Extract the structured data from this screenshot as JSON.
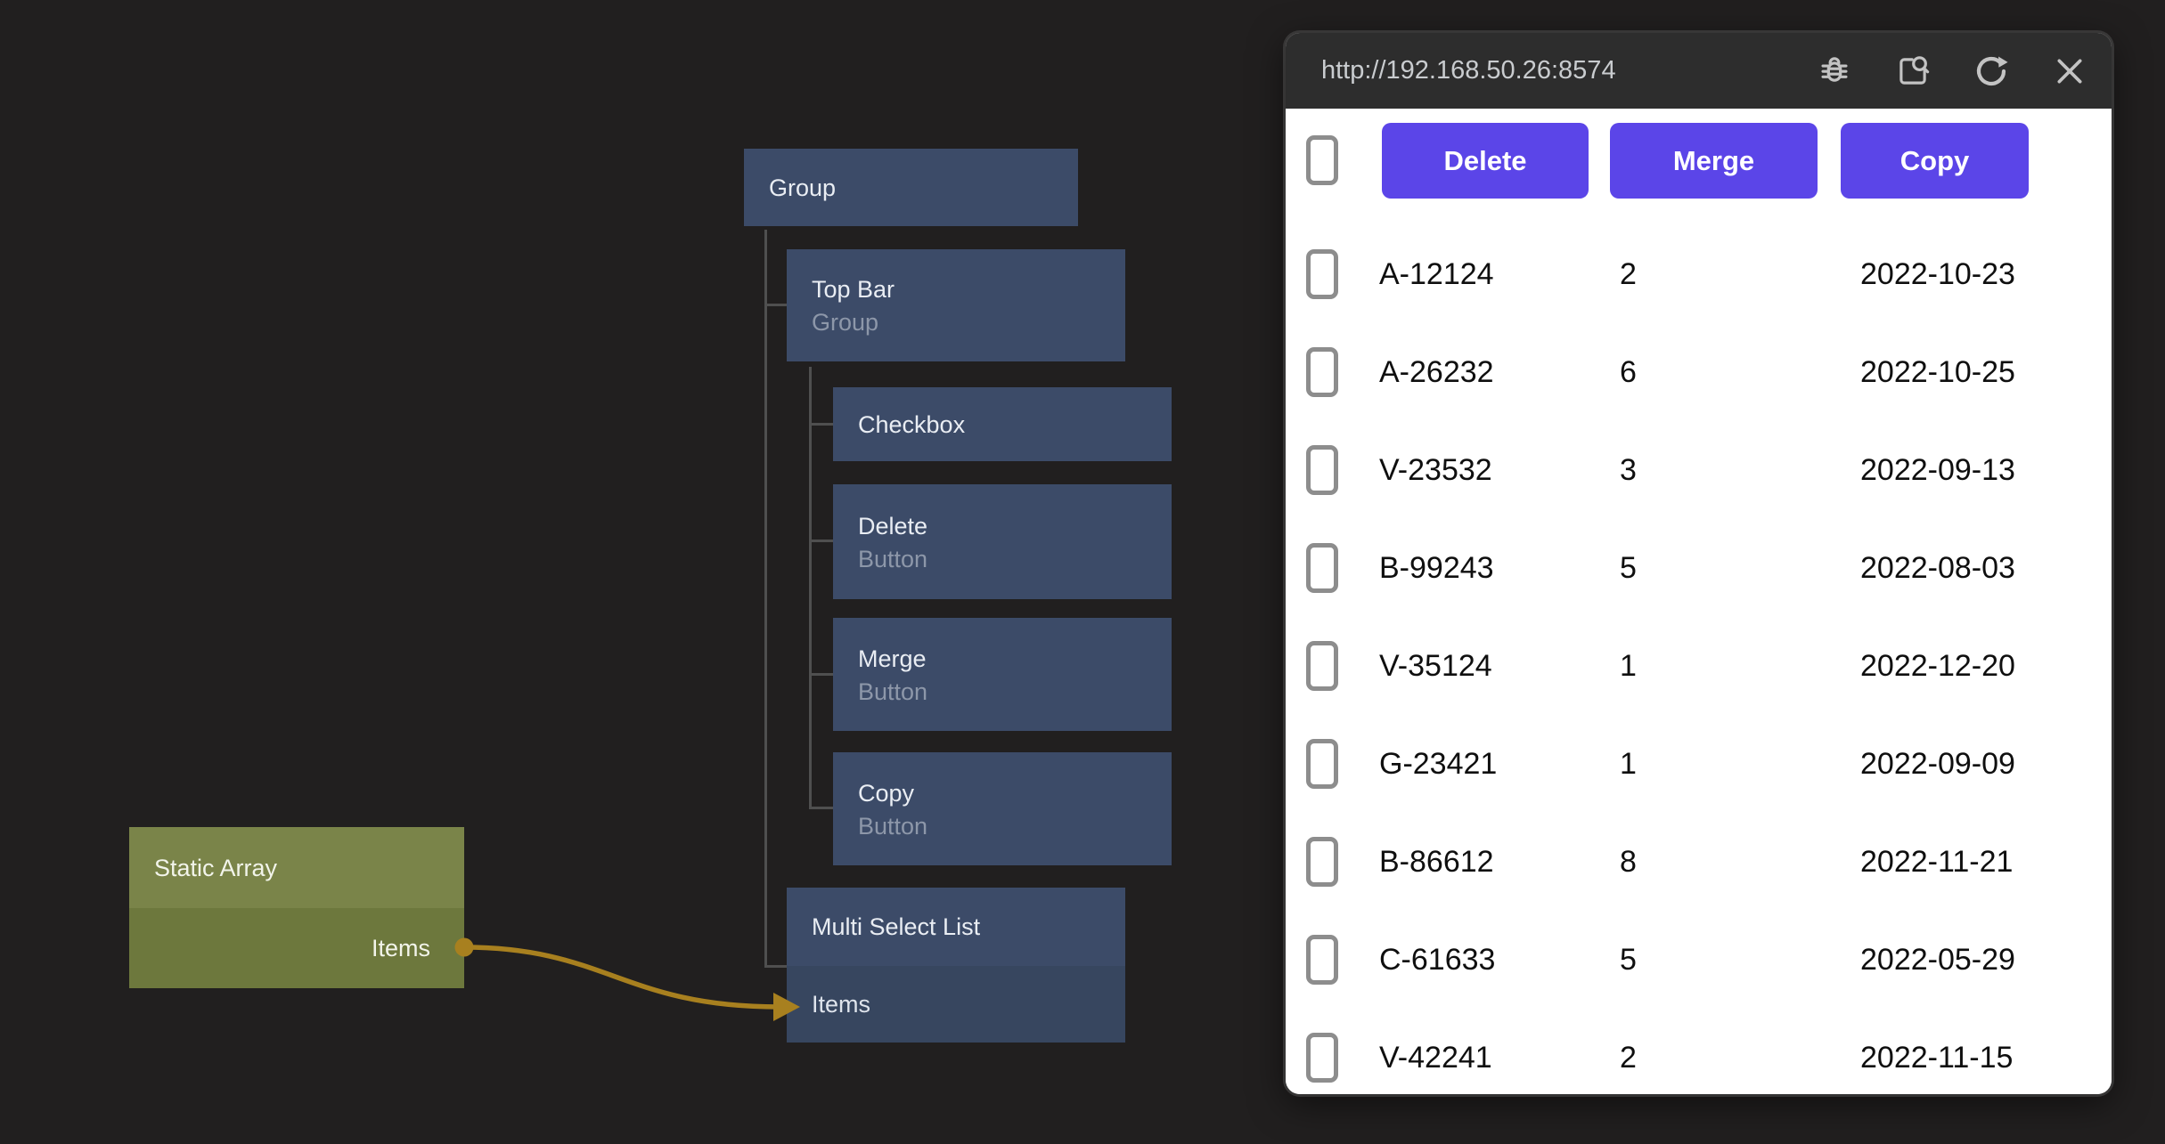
{
  "colors": {
    "accent_purple": "#5b45e8",
    "node_blue": "#3c4b68",
    "node_blue_dark": "#37465f",
    "olive_header": "#7a8449",
    "olive_body": "#6d783d",
    "wire_gold": "#a8801f",
    "connector_gray": "#4f4f4f"
  },
  "editor": {
    "nodes": {
      "group": {
        "title": "Group"
      },
      "top_bar": {
        "title": "Top Bar",
        "subtitle": "Group"
      },
      "checkbox": {
        "title": "Checkbox"
      },
      "delete": {
        "title": "Delete",
        "subtitle": "Button"
      },
      "merge": {
        "title": "Merge",
        "subtitle": "Button"
      },
      "copy": {
        "title": "Copy",
        "subtitle": "Button"
      },
      "multi_select_list": {
        "title": "Multi Select List",
        "input_port": "Items"
      },
      "static_array": {
        "title": "Static Array",
        "output_port": "Items"
      }
    }
  },
  "preview": {
    "url": "http://192.168.50.26:8574",
    "titlebar_icons": [
      "bug-icon",
      "inspect-icon",
      "refresh-icon",
      "close-icon"
    ],
    "toolbar": {
      "delete_label": "Delete",
      "merge_label": "Merge",
      "copy_label": "Copy"
    },
    "rows": [
      {
        "id": "A-12124",
        "qty": "2",
        "date": "2022-10-23"
      },
      {
        "id": "A-26232",
        "qty": "6",
        "date": "2022-10-25"
      },
      {
        "id": "V-23532",
        "qty": "3",
        "date": "2022-09-13"
      },
      {
        "id": "B-99243",
        "qty": "5",
        "date": "2022-08-03"
      },
      {
        "id": "V-35124",
        "qty": "1",
        "date": "2022-12-20"
      },
      {
        "id": "G-23421",
        "qty": "1",
        "date": "2022-09-09"
      },
      {
        "id": "B-86612",
        "qty": "8",
        "date": "2022-11-21"
      },
      {
        "id": "C-61633",
        "qty": "5",
        "date": "2022-05-29"
      },
      {
        "id": "V-42241",
        "qty": "2",
        "date": "2022-11-15"
      }
    ]
  }
}
